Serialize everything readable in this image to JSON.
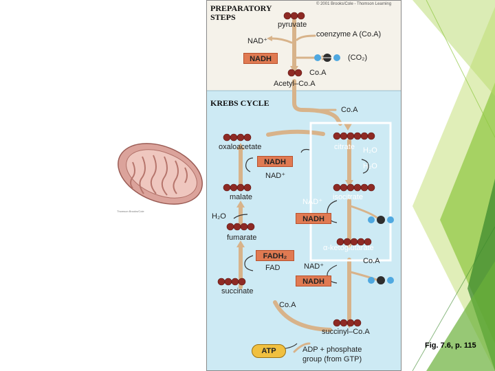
{
  "figure": {
    "copyright": "© 2001 Brooks/Cole - Thomson Learning",
    "preparatory_heading": "PREPARATORY\nSTEPS",
    "krebs_heading": "KREBS CYCLE",
    "caption": "Fig. 7.6, p. 115",
    "small_credit": "Thomson Brooks/Cole"
  },
  "preparatory": {
    "pyruvate": "pyruvate",
    "coenzyme_a": "coenzyme A (Co.A)",
    "nad_plus": "NAD⁺",
    "nadh": "NADH",
    "co2": "(CO₂)",
    "coa": "Co.A",
    "acetyl_coa": "Acetyl–Co.A"
  },
  "cycle": {
    "coa_entry": "Co.A",
    "oxaloacetate": "oxaloacetate",
    "citrate": "citrate",
    "water_1": "H₂O",
    "nadh_1": "NADH",
    "water_2": "H₂O",
    "nad_plus_1": "NAD⁺",
    "malate": "malate",
    "nad_plus_2": "NAD⁺",
    "isocitrate": "isocitrate",
    "water_3": "H₂O",
    "nadh_2": "NADH",
    "fumarate": "fumarate",
    "alpha_ketoglutarate": "α-ketoglutarate",
    "fadh2": "FADH₂",
    "fad": "FAD",
    "nad_plus_3": "NAD⁺",
    "coa_release": "Co.A",
    "nadh_3": "NADH",
    "succinate": "succinate",
    "coa_mid": "Co.A",
    "succinyl_coa": "succinyl–Co.A",
    "atp": "ATP",
    "adp_phosphate": "ADP + phosphate\ngroup (from GTP)"
  },
  "colors": {
    "prep_bg": "#f5f2ea",
    "krebs_bg": "#cdeaf4",
    "arrow": "#d8b38a",
    "molecule": "#8e2a24",
    "energy_box": "#e07a52",
    "co2_molecule": "#4fa8e0",
    "atp_badge": "#f0c040",
    "accent_green": "#8dc63f",
    "accent_dark_green": "#3e8a2e"
  }
}
